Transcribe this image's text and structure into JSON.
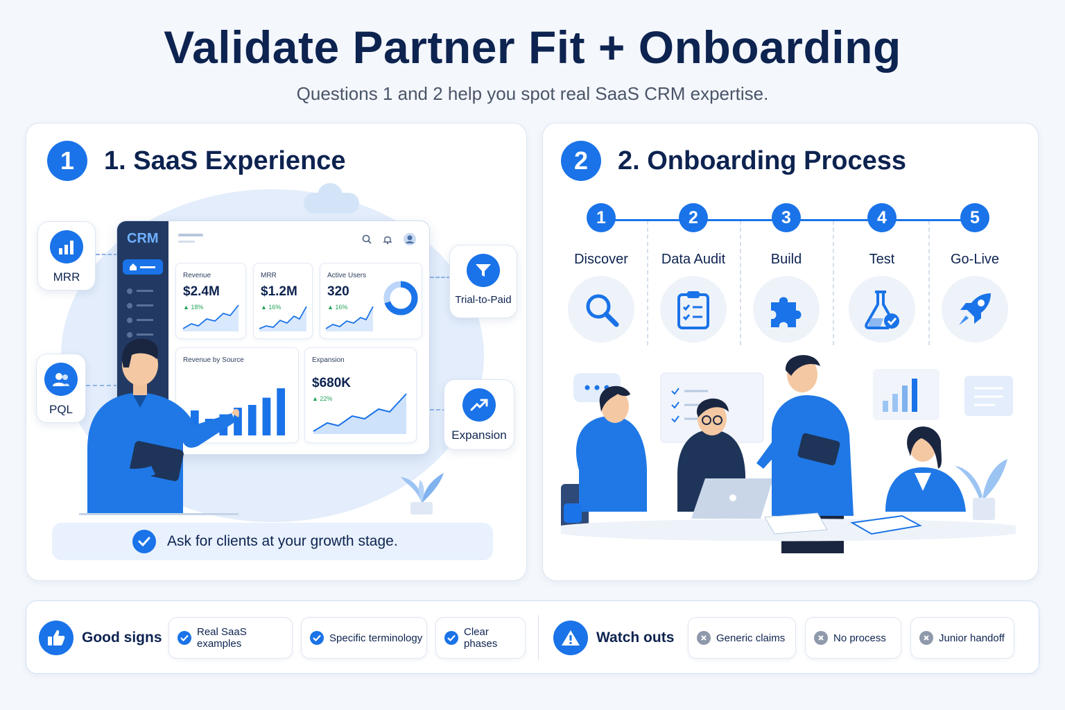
{
  "header": {
    "title": "Validate Partner Fit + Onboarding",
    "subtitle": "Questions 1 and 2 help you spot real SaaS CRM expertise."
  },
  "colors": {
    "accent": "#1a73e8",
    "navy": "#0d2350",
    "positive": "#23a35a",
    "muted": "#8e99ab"
  },
  "left_card": {
    "number": "1",
    "title": "1. SaaS Experience",
    "side_labels": {
      "mrr": "MRR",
      "pql": "PQL",
      "trial": "Trial-to-Paid",
      "expansion": "Expansion"
    },
    "dashboard": {
      "brand": "CRM",
      "kpis": [
        {
          "label": "Revenue",
          "value": "$2.4M",
          "delta": "▲ 18%"
        },
        {
          "label": "MRR",
          "value": "$1.2M",
          "delta": "▲ 16%"
        },
        {
          "label": "Active Users",
          "value": "320",
          "delta": "▲ 16%"
        }
      ],
      "revenue_by_source_label": "Revenue by Source",
      "revenue_by_source_bars": [
        0.45,
        0.3,
        0.38,
        0.5,
        0.55,
        0.68,
        0.85
      ],
      "expansion": {
        "label": "Expansion",
        "value": "$680K",
        "delta": "▲ 22%"
      }
    },
    "callout": "Ask for clients at your growth stage."
  },
  "right_card": {
    "number": "2",
    "title": "2. Onboarding Process",
    "steps": [
      {
        "num": "1",
        "label": "Discover",
        "icon": "search-icon"
      },
      {
        "num": "2",
        "label": "Data Audit",
        "icon": "clipboard-checklist-icon"
      },
      {
        "num": "3",
        "label": "Build",
        "icon": "puzzle-piece-icon"
      },
      {
        "num": "4",
        "label": "Test",
        "icon": "flask-check-icon"
      },
      {
        "num": "5",
        "label": "Go-Live",
        "icon": "rocket-icon"
      }
    ]
  },
  "bottom": {
    "good": {
      "title": "Good signs",
      "icon": "thumbs-up-icon",
      "items": [
        "Real SaaS examples",
        "Specific terminology",
        "Clear phases"
      ]
    },
    "watch": {
      "title": "Watch outs",
      "icon": "warning-icon",
      "items": [
        "Generic claims",
        "No process",
        "Junior handoff"
      ]
    }
  }
}
